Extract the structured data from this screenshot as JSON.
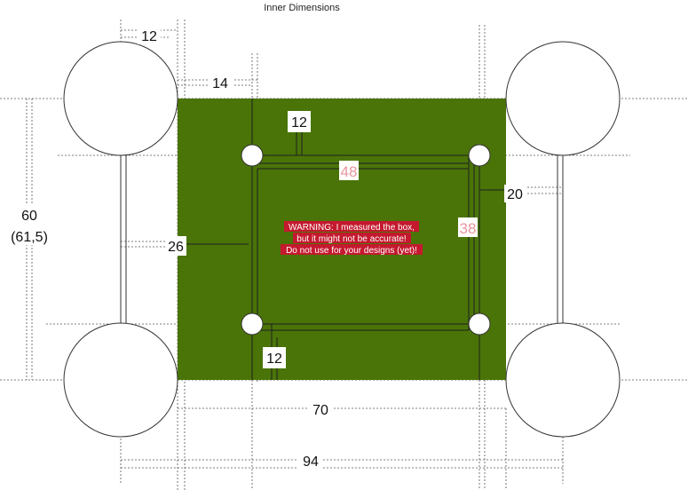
{
  "title": "Inner Dimensions",
  "colors": {
    "board": "#4a7408",
    "warning_bg": "#c4192e",
    "warning_text": "#ffffff",
    "pink_label": "#e8959e",
    "line": "#333333"
  },
  "dimensions": {
    "top_offset": "12",
    "left_offset": "14",
    "hole_inset_top": "12",
    "hole_inset_bottom": "12",
    "hole_spacing_x": "48",
    "hole_spacing_y": "38",
    "right_offset": "20",
    "side_offset": "26",
    "height_main": "60",
    "height_alt": "(61,5)",
    "inner_width": "70",
    "outer_width": "94"
  },
  "warning": {
    "line1": "WARNING: I measured the box,",
    "line2": "but it might not be accurate!",
    "line3": "Do not use for your designs (yet)!"
  }
}
